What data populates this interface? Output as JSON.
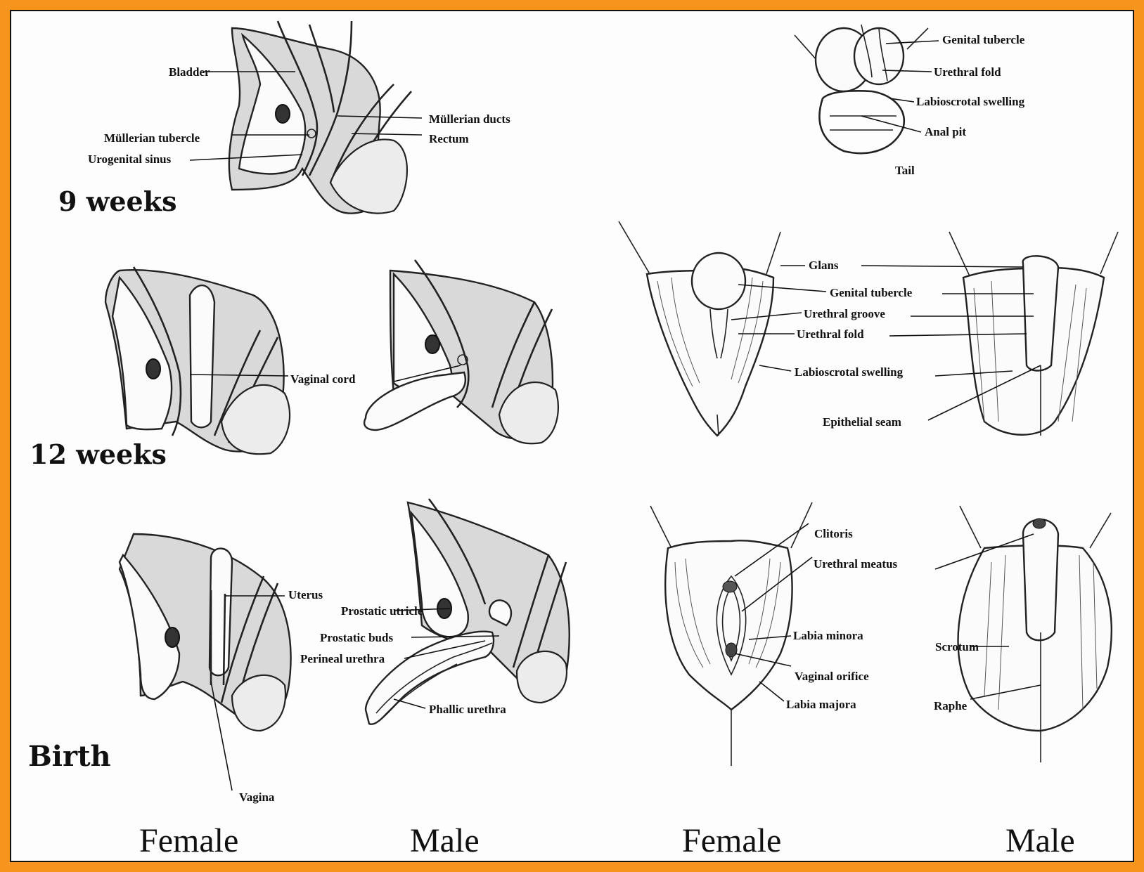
{
  "stages": {
    "nine_weeks": "9 weeks",
    "twelve_weeks": "12 weeks",
    "birth": "Birth"
  },
  "bottom_captions": {
    "female_1": "Female",
    "male_1": "Male",
    "female_2": "Female",
    "male_2": "Male"
  },
  "labels_9w": {
    "bladder": "Bladder",
    "mullerian_tubercle": "Müllerian tubercle",
    "urogenital_sinus": "Urogenital sinus",
    "mullerian_ducts": "Müllerian ducts",
    "rectum": "Rectum"
  },
  "labels_indiff_ext": {
    "genital_tubercle": "Genital tubercle",
    "urethral_fold": "Urethral fold",
    "labioscrotal_swelling": "Labioscrotal swelling",
    "anal_pit": "Anal pit",
    "tail": "Tail"
  },
  "labels_12w": {
    "vaginal_cord": "Vaginal cord"
  },
  "labels_12w_ext": {
    "glans": "Glans",
    "genital_tubercle": "Genital tubercle",
    "urethral_groove": "Urethral groove",
    "urethral_fold": "Urethral fold",
    "labioscrotal_swelling": "Labioscrotal swelling",
    "epithelial_seam": "Epithelial seam"
  },
  "labels_birth": {
    "uterus": "Uterus",
    "vagina": "Vagina",
    "prostatic_utricle": "Prostatic utricle",
    "prostatic_buds": "Prostatic buds",
    "perineal_urethra": "Perineal urethra",
    "phallic_urethra": "Phallic urethra"
  },
  "labels_birth_ext": {
    "clitoris": "Clitoris",
    "urethral_meatus": "Urethral meatus",
    "labia_minora": "Labia minora",
    "vaginal_orifice": "Vaginal orifice",
    "labia_majora": "Labia majora",
    "scrotum": "Scrotum",
    "raphe": "Raphe"
  },
  "colors": {
    "frame": "#f7941d",
    "ink": "#111111",
    "stipple": "#d9d9d9"
  }
}
